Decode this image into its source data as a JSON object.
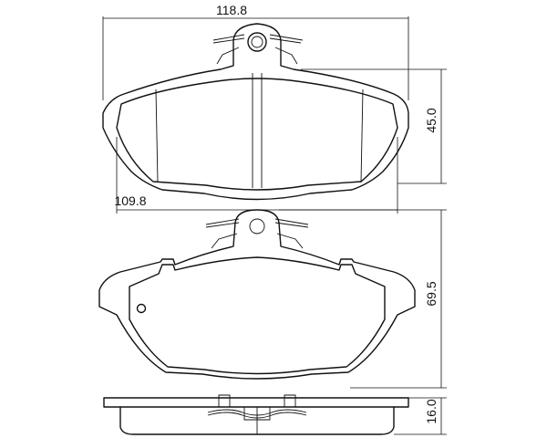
{
  "dimensions": {
    "top_width": "118.8",
    "inner_width": "109.8",
    "height_small": "45.0",
    "height_large": "69.5",
    "thickness": "16.0"
  }
}
